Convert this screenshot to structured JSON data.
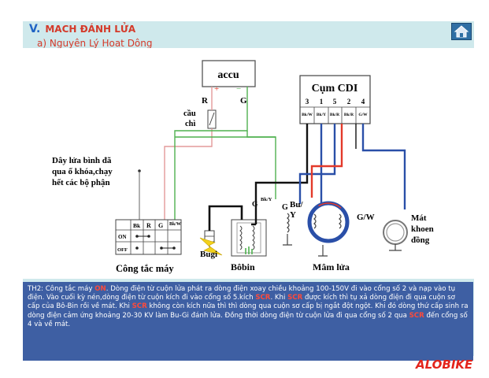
{
  "header": {
    "section_number": "V.",
    "title": "MACH ĐÁNH LỬA",
    "subtitle": "a) Nguyên Lý Hoat Dông"
  },
  "icons": {
    "home": "home-icon",
    "spark": "lightning-icon"
  },
  "diagram": {
    "accu": {
      "label": "accu",
      "plus": "+",
      "minus": "−"
    },
    "terminal_r": "R",
    "terminal_g": "G",
    "fuse_label_1": "cầu",
    "fuse_label_2": "chì",
    "note_lines": [
      "Dây lửa bình đã",
      "qua ổ khóa,chạy",
      "hết các bộ phận"
    ],
    "cdi": {
      "label": "Cụm CDI",
      "pins": [
        "3",
        "1",
        "5",
        "2",
        "4"
      ],
      "wires": [
        "Bk/W",
        "Bk/Y",
        "Bk/R",
        "Bk/R",
        "G/W"
      ]
    },
    "switch": {
      "label": "Công tắc máy",
      "headers": [
        "Bk",
        "R",
        "G",
        "Bk/W"
      ],
      "rows": [
        "ON",
        "OFF"
      ]
    },
    "coil_label": "Bôbin",
    "coil_terminal_g": "G",
    "coil_terminal_bky": "Bk/Y",
    "plug_label": "Bugi",
    "stator_label": "Mâm lửa",
    "stator_g": "G",
    "stator_bu": "Bu/",
    "stator_y": "Y",
    "stator_gw": "G/W",
    "ground_lines": [
      "Mát",
      "khoen",
      "đồng"
    ]
  },
  "description": {
    "segments": [
      {
        "t": "TH2: Công tắc máy ",
        "h": false
      },
      {
        "t": "ON",
        "h": true
      },
      {
        "t": ". Dòng điện từ cuộn lửa phát ra dòng điện xoay chiều khoảng 100-150V đi vào cổng số 2 và nạp vào tụ điện. Vào cuối kỳ nén,dòng điện từ cuộn kích đi vào cổng số 5.kích ",
        "h": false
      },
      {
        "t": "SCR",
        "h": true
      },
      {
        "t": ". Khi ",
        "h": false
      },
      {
        "t": "SCR",
        "h": true
      },
      {
        "t": " được kích thì tụ xả dòng điện đi qua cuộn sơ cấp của Bô-Bin rồi về mát. Khi ",
        "h": false
      },
      {
        "t": "SCR",
        "h": true
      },
      {
        "t": " không còn kích nữa thì thì dòng qua cuộn sơ cấp bị ngắt đột ngột. Khi đó dòng thứ cấp sinh ra dòng điện cảm ứng khoảng 20-30 KV làm Bu-Gi đánh lửa. Đồng thời dòng điện từ cuộn lửa đi qua cổng số 2 qua ",
        "h": false
      },
      {
        "t": "SCR",
        "h": true
      },
      {
        "t": " đến cổng số 4 và về mát.",
        "h": false
      }
    ]
  },
  "brand": "ALOBIKE",
  "colors": {
    "title": "#d43a2a",
    "section_number": "#1f63c4",
    "slide_bg": "#cfe9ec",
    "desc_bg": "#3e5fa3",
    "highlight": "#ff4a3a",
    "wire_blue": "#2a4fa8",
    "wire_red": "#e33a2a",
    "wire_green": "#4fb04f",
    "wire_pink": "#e39a9a",
    "brand": "#e3241b"
  }
}
